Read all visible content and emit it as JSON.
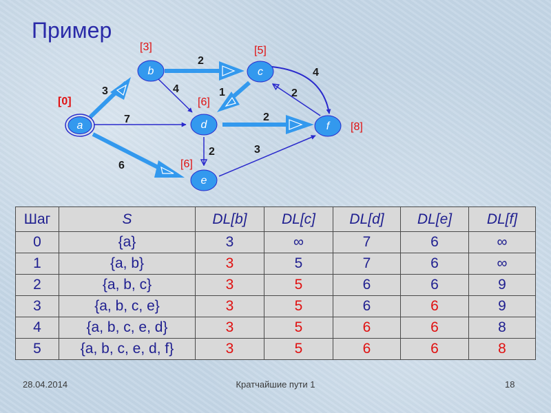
{
  "slide": {
    "title": "Пример",
    "date": "28.04.2014",
    "footer_title": "Кратчайшие пути 1",
    "page_number": "18"
  },
  "graph": {
    "nodes": [
      {
        "id": "a",
        "label": "a",
        "mark": "[0]",
        "source": true
      },
      {
        "id": "b",
        "label": "b",
        "mark": "[3]"
      },
      {
        "id": "c",
        "label": "c",
        "mark": "[5]"
      },
      {
        "id": "d",
        "label": "d",
        "mark": "[6]"
      },
      {
        "id": "e",
        "label": "e",
        "mark": "[6]"
      },
      {
        "id": "f",
        "label": "f",
        "mark": "[8]"
      }
    ],
    "edges": [
      {
        "from": "a",
        "to": "b",
        "weight": "3",
        "tree": true
      },
      {
        "from": "a",
        "to": "d",
        "weight": "7",
        "tree": false
      },
      {
        "from": "a",
        "to": "e",
        "weight": "6",
        "tree": true
      },
      {
        "from": "b",
        "to": "c",
        "weight": "2",
        "tree": true
      },
      {
        "from": "b",
        "to": "d",
        "weight": "4",
        "tree": false
      },
      {
        "from": "c",
        "to": "d",
        "weight": "1",
        "tree": true
      },
      {
        "from": "c",
        "to": "f",
        "weight": "4",
        "tree": false
      },
      {
        "from": "f",
        "to": "c",
        "weight": "2",
        "tree": false
      },
      {
        "from": "d",
        "to": "f",
        "weight": "2",
        "tree": true
      },
      {
        "from": "d",
        "to": "e",
        "weight": "2",
        "tree": false
      },
      {
        "from": "e",
        "to": "f",
        "weight": "3",
        "tree": false
      }
    ],
    "colors": {
      "tree_edge": "#3399ee",
      "edge": "#2a2acc",
      "mark": "#e01010",
      "node_fill": "#3399ee"
    }
  },
  "table": {
    "headers": [
      "Шаг",
      "S",
      "DL[b]",
      "DL[c]",
      "DL[d]",
      "DL[e]",
      "DL[f]"
    ],
    "rows": [
      {
        "step": "0",
        "set": "{a}",
        "b": "3",
        "c": "∞",
        "d": "7",
        "e": "6",
        "f": "∞"
      },
      {
        "step": "1",
        "set": "{a, b}",
        "b": "3",
        "c": "5",
        "d": "7",
        "e": "6",
        "f": "∞"
      },
      {
        "step": "2",
        "set": "{a, b, c}",
        "b": "3",
        "c": "5",
        "d": "6",
        "e": "6",
        "f": "9"
      },
      {
        "step": "3",
        "set": "{a, b, c, e}",
        "b": "3",
        "c": "5",
        "d": "6",
        "e": "6",
        "f": "9"
      },
      {
        "step": "4",
        "set": "{a, b, c, e, d}",
        "b": "3",
        "c": "5",
        "d": "6",
        "e": "6",
        "f": "8"
      },
      {
        "step": "5",
        "set": "{a, b, c, e, d, f}",
        "b": "3",
        "c": "5",
        "d": "6",
        "e": "6",
        "f": "8"
      }
    ]
  }
}
